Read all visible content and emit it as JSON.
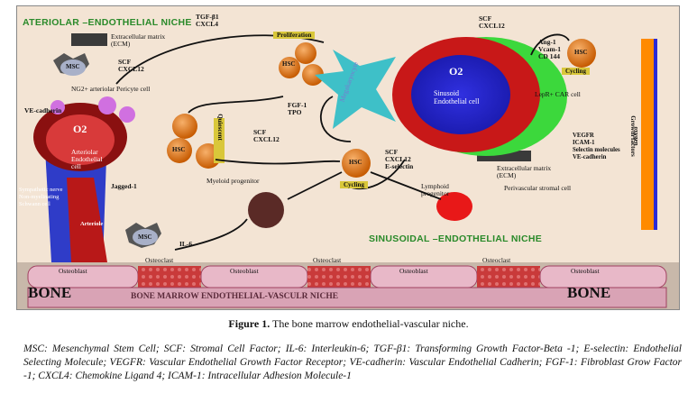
{
  "figure": {
    "niche_top": "ATERIOLAR –ENDOTHELIAL NICHE",
    "niche_bottom": "SINUSOIDAL –ENDOTHELIAL NICHE",
    "bone_left": "BONE",
    "bone_right": "BONE",
    "bottom_banner": "BONE MARROW ENDOTHELIAL-VASCULR NICHE",
    "labels": {
      "ecm_top": "Extracellular matrix\n(ECM)",
      "msc": "MSC",
      "scf_cxcl12_a": "SCF\nCXCL12",
      "ng2": "NG2+ arteriolar Pericyte cell",
      "ve_cadherin": "VE-cadherin",
      "o2": "O2",
      "arteriolar": "Arteriolar\nEndothelial\ncell",
      "jagged": "Jagged-1",
      "sympathetic": "Sympathetic nerve\nNon-myelinating\nSchwann cell",
      "arteriole": "Arteriole",
      "tgf": "TGF-β1\nCXCL4",
      "proliferation": "Proliferation",
      "hsc": "HSC",
      "quiescent": "Quiescent",
      "megakaryocyte": "Megakaryocyte",
      "fgf": "FGF-1\nTPO",
      "scf_cxcl12_b": "SCF\nCXCL12",
      "myeloid": "Myeloid progenitor",
      "il6": "IL-6",
      "scf_cxcl12_c": "SCF\nCXCL12",
      "ang": "Ang-1\nVcam-1\nCD 144",
      "cycling": "Cycling",
      "lepr": "LepR+ CAR cell",
      "sinusoid": "Sinusoid\nEndothelial cell",
      "growth": "Growth factors",
      "oxygen": "oxygen",
      "markers": "VEGFR\nICAM-1\nSelectin molecules\nVE-cadherin",
      "ecm_mid": "Extracellular matrix\n(ECM)",
      "scf_eselectin": "SCF\nCXCL12\nE-selectin",
      "lymphoid": "Lymphoid\nprogenitor",
      "perivascular": "Perivascular stromal cell",
      "osteoblast": "Osteoblast",
      "osteoclast": "Osteoclast"
    }
  },
  "caption": {
    "label": "Figure 1.",
    "text": " The bone marrow endothelial-vascular niche."
  },
  "abbreviations": "MSC: Mesenchymal Stem Cell; SCF: Stromal Cell Factor; IL-6: Interleukin-6; TGF-β1: Transforming Growth Factor-Beta -1; E-selectin: Endothelial Selecting Molecule; VEGFR: Vascular Endothelial Growth Factor Receptor; VE-cadherin: Vascular Endothelial Cadherin; FGF-1: Fibroblast Grow Factor -1; CXCL4: Chemokine Ligand 4; ICAM-1: Intracellular Adhesion Molecule-1"
}
